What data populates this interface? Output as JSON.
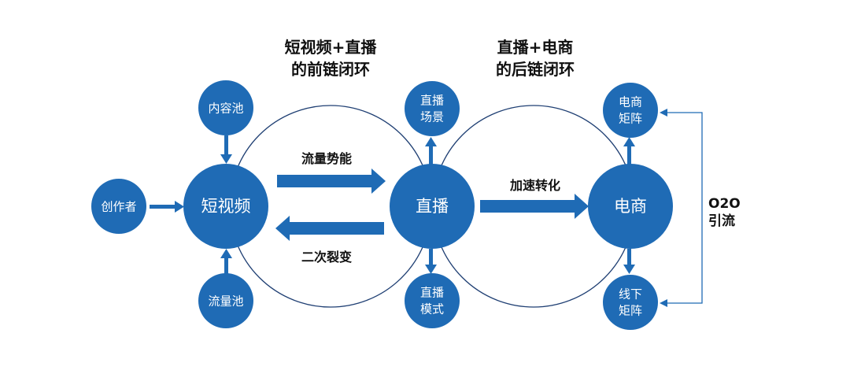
{
  "headings": {
    "front_loop_line1": "短视频+直播",
    "front_loop_line2": "的前链闭环",
    "back_loop_line1": "直播+电商",
    "back_loop_line2": "的后链闭环"
  },
  "nodes": {
    "short_video": "短视频",
    "live": "直播",
    "ecommerce": "电商",
    "creator": "创作者",
    "content_pool": "内容池",
    "traffic_pool": "流量池",
    "live_scene_line1": "直播",
    "live_scene_line2": "场景",
    "live_mode_line1": "直播",
    "live_mode_line2": "模式",
    "ecom_matrix_line1": "电商",
    "ecom_matrix_line2": "矩阵",
    "offline_matrix_line1": "线下",
    "offline_matrix_line2": "矩阵"
  },
  "arrows": {
    "traffic_potential": "流量势能",
    "secondary_fission": "二次裂变",
    "accelerated_conversion": "加速转化"
  },
  "side_label": {
    "line1": "O2O",
    "line2": "引流"
  },
  "colors": {
    "node_fill": "#1f6bb5",
    "arrow_fill": "#1f6bb5",
    "loop_stroke": "#1f3f73"
  }
}
